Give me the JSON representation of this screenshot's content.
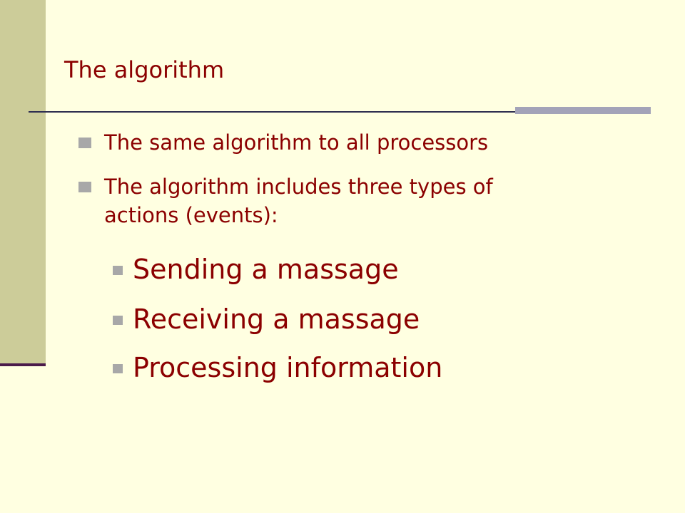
{
  "slide": {
    "title": "The algorithm",
    "bullets": [
      {
        "text": "The same algorithm to all processors"
      },
      {
        "line1": "The algorithm includes three types of",
        "line2": "actions (events):"
      }
    ],
    "sub_bullets": [
      {
        "text": "Sending a massage"
      },
      {
        "text": "Receiving  a massage"
      },
      {
        "text": "Processing information"
      }
    ]
  },
  "colors": {
    "background": "#FFFFE1",
    "side_bar": "#CCCC99",
    "text": "#8B0000",
    "bullet_marker": "#A8A8A8",
    "rule": "#2E2E50",
    "rule_accent": "#A3A3B8"
  }
}
